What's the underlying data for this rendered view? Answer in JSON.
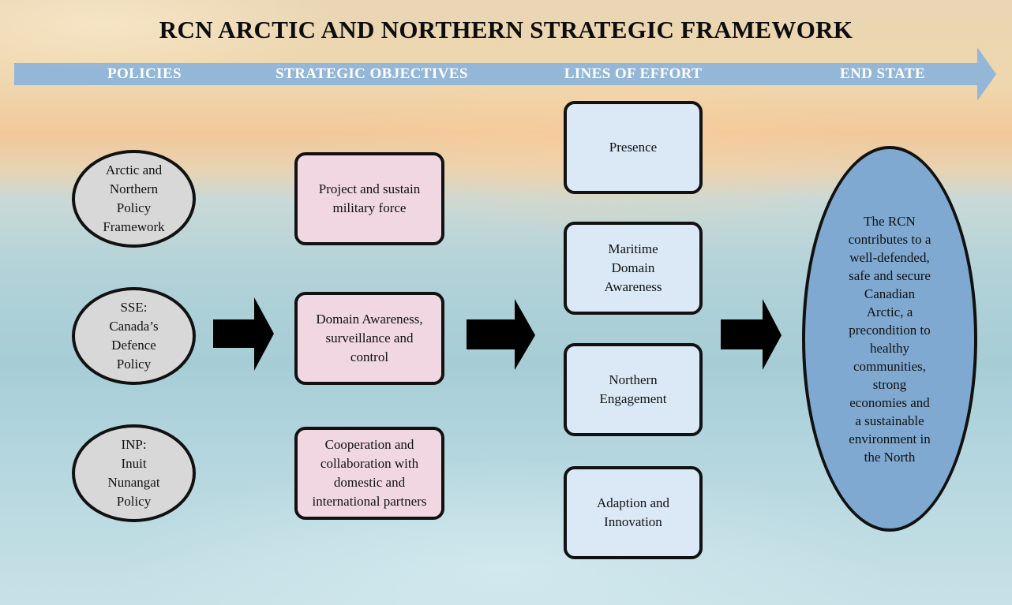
{
  "title": "RCN ARCTIC AND NORTHERN STRATEGIC FRAMEWORK",
  "headers": {
    "policies": "POLICIES",
    "objectives": "STRATEGIC OBJECTIVES",
    "lines": "LINES OF EFFORT",
    "end": "END STATE"
  },
  "colors": {
    "banner_arrow": "#8db4da",
    "policy_fill": "#d8d8d8",
    "objective_fill": "#f1d7e1",
    "line_fill": "#dbe9f6",
    "end_fill": "#7fa9d0",
    "flow_arrow": "#000000"
  },
  "policies": [
    "Arctic and\nNorthern\nPolicy\nFramework",
    "SSE:\nCanada’s\nDefence\nPolicy",
    "INP:\nInuit\nNunangat\nPolicy"
  ],
  "objectives": [
    "Project and sustain\nmilitary force",
    "Domain Awareness,\nsurveillance and\ncontrol",
    "Cooperation and\ncollaboration with\ndomestic and\ninternational partners"
  ],
  "lines": [
    "Presence",
    "Maritime\nDomain\nAwareness",
    "Northern\nEngagement",
    "Adaption and\nInnovation"
  ],
  "end_state": "The RCN\ncontributes to a\nwell-defended,\nsafe and secure\nCanadian\nArctic, a\nprecondition to\nhealthy\ncommunities,\nstrong\neconomies and\na sustainable\nenvironment in\nthe North"
}
